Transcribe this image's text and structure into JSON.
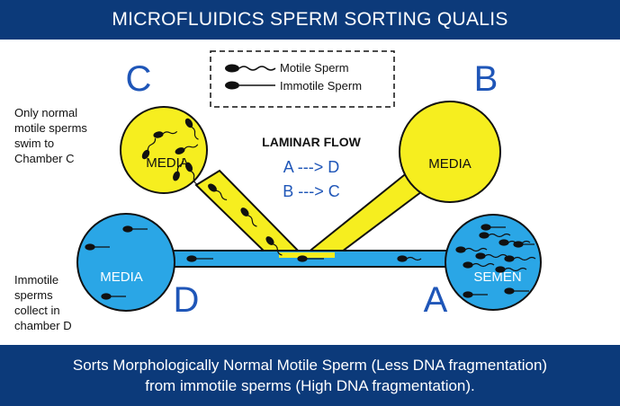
{
  "header": {
    "title": "MICROFLUIDICS SPERM SORTING QUALIS"
  },
  "legend": {
    "motile": "Motile Sperm",
    "immotile": "Immotile Sperm"
  },
  "chambers": {
    "A": {
      "letter": "A",
      "label": "SEMEN"
    },
    "B": {
      "letter": "B",
      "label": "MEDIA"
    },
    "C": {
      "letter": "C",
      "label": "MEDIA"
    },
    "D": {
      "letter": "D",
      "label": "MEDIA"
    }
  },
  "flow": {
    "title": "LAMINAR FLOW",
    "line1": "A ---> D",
    "line2": "B ---> C"
  },
  "notes": {
    "chamber_c": [
      "Only normal",
      "motile sperms",
      "swim  to",
      "Chamber C"
    ],
    "chamber_d": [
      "Immotile",
      "sperms",
      "collect in",
      "chamber D"
    ]
  },
  "footer": {
    "line1": "Sorts Morphologically Normal Motile Sperm (Less DNA fragmentation)",
    "line2": "from immotile sperms (High DNA fragmentation)."
  },
  "colors": {
    "banner": "#0c3a7a",
    "yellow": "#f6ee1f",
    "blue": "#2aa6e6",
    "letter": "#1f56b8"
  }
}
